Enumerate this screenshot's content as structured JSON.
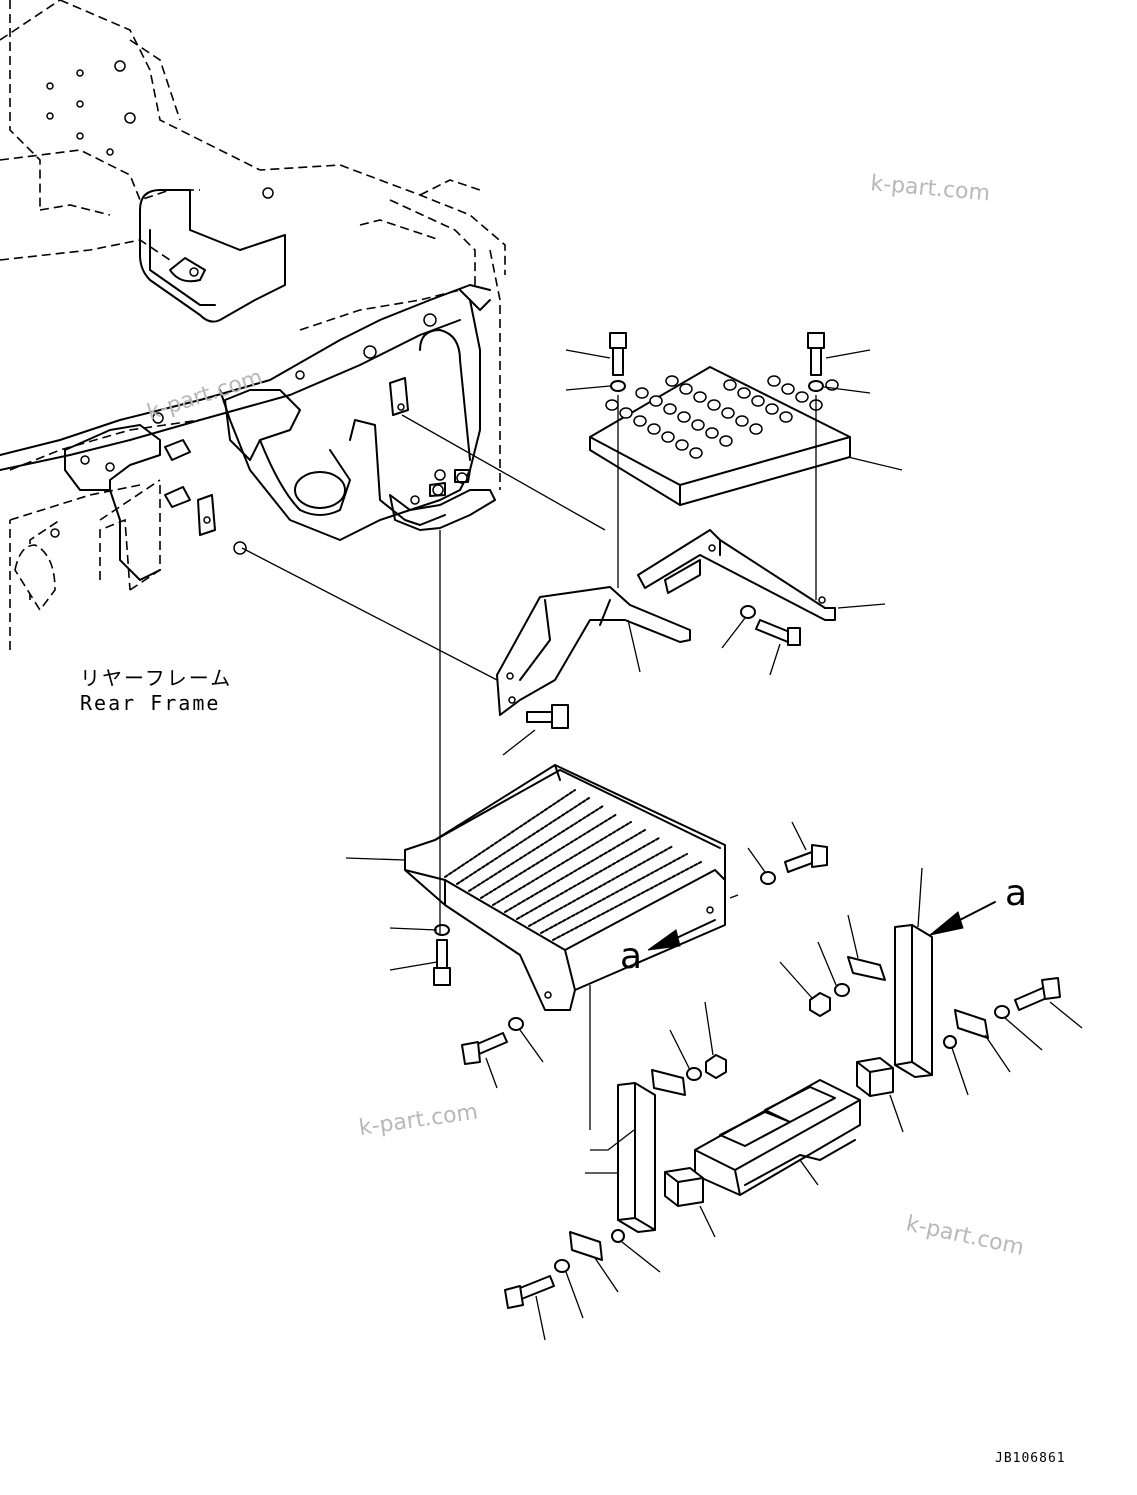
{
  "labels": {
    "rear_frame_jp": "リヤーフレーム",
    "rear_frame_en": "Rear Frame",
    "view_marker_top": "a",
    "view_marker_bottom": "a",
    "drawing_code": "JB106861"
  },
  "watermarks": [
    "k-part.com",
    "k-part.com",
    "k-part.com",
    "k-part.com"
  ]
}
